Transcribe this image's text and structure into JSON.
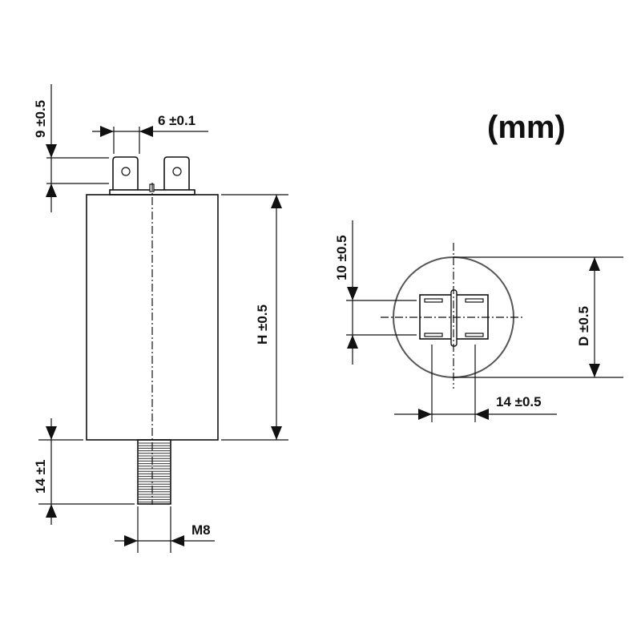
{
  "units_label": "(mm)",
  "side_view": {
    "terminal_height": "9 ±0.5",
    "terminal_width": "6 ±0.1",
    "height": "H ±0.5",
    "stud_length": "14 ±1",
    "stud_thread": "M8"
  },
  "top_view": {
    "terminal_spacing_vertical": "10 ±0.5",
    "diameter": "D ±0.5",
    "terminal_spacing_horizontal": "14 ±0.5"
  }
}
